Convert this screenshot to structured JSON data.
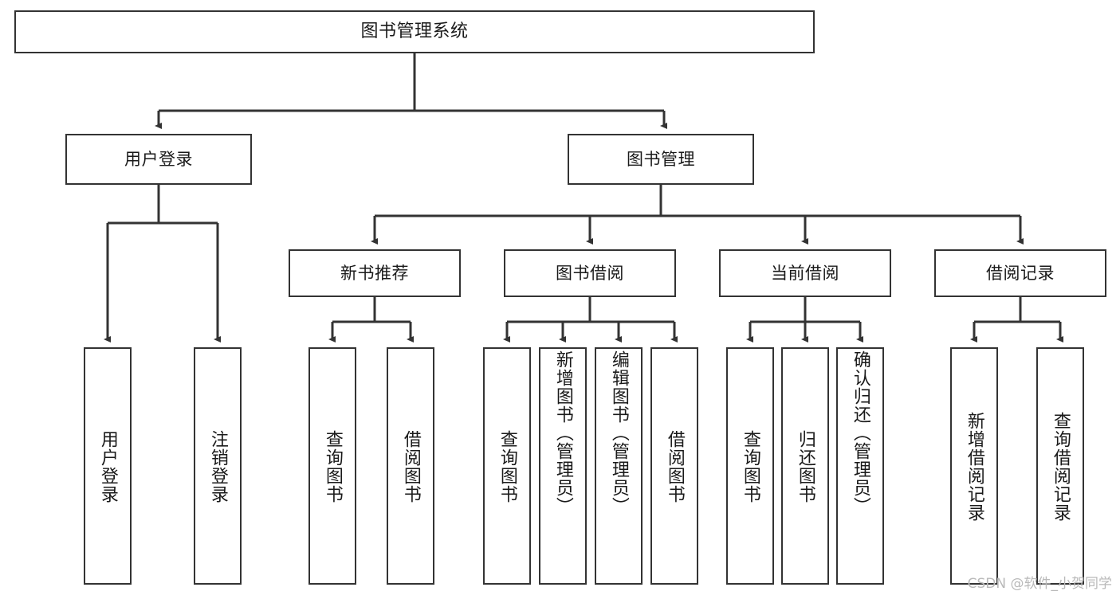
{
  "diagram": {
    "type": "tree-hierarchy",
    "title": "图书管理系统",
    "watermark": "CSDN @软件_小贺同学",
    "colors": {
      "box_border": "#333333",
      "box_fill": "#ffffff",
      "connector": "#333333",
      "text": "#1a1a1a",
      "watermark": "#b9b9b9"
    },
    "levels": {
      "root": {
        "label": "图书管理系统"
      },
      "level2": [
        {
          "id": "user-login",
          "label": "用户登录"
        },
        {
          "id": "book-management",
          "label": "图书管理"
        }
      ],
      "level3": [
        {
          "id": "new-book-recommend",
          "label": "新书推荐"
        },
        {
          "id": "book-borrow",
          "label": "图书借阅"
        },
        {
          "id": "current-borrow",
          "label": "当前借阅"
        },
        {
          "id": "borrow-record",
          "label": "借阅记录"
        }
      ],
      "leaves": [
        {
          "id": "leaf-user-login",
          "label": "用户登录",
          "parent": "user-login"
        },
        {
          "id": "leaf-logout-login",
          "label": "注销登录",
          "parent": "user-login"
        },
        {
          "id": "leaf-query-book-1",
          "label": "查询图书",
          "parent": "new-book-recommend"
        },
        {
          "id": "leaf-borrow-book-1",
          "label": "借阅图书",
          "parent": "new-book-recommend"
        },
        {
          "id": "leaf-query-book-2",
          "label": "查询图书",
          "parent": "book-borrow"
        },
        {
          "id": "leaf-add-book",
          "label": "新增图书（管理员）",
          "parent": "book-borrow"
        },
        {
          "id": "leaf-edit-book",
          "label": "编辑图书（管理员）",
          "parent": "book-borrow"
        },
        {
          "id": "leaf-borrow-book-2",
          "label": "借阅图书",
          "parent": "book-borrow"
        },
        {
          "id": "leaf-query-book-3",
          "label": "查询图书",
          "parent": "current-borrow"
        },
        {
          "id": "leaf-return-book",
          "label": "归还图书",
          "parent": "current-borrow"
        },
        {
          "id": "leaf-confirm-return",
          "label": "确认归还（管理员）",
          "parent": "current-borrow"
        },
        {
          "id": "leaf-add-record",
          "label": "新增借阅记录",
          "parent": "borrow-record"
        },
        {
          "id": "leaf-query-record",
          "label": "查询借阅记录",
          "parent": "borrow-record"
        }
      ]
    }
  }
}
